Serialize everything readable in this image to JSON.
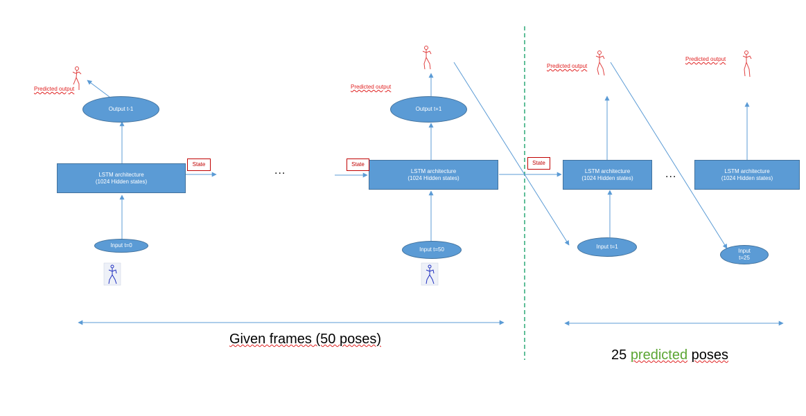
{
  "lstm_label_line1": "LSTM architecture",
  "lstm_label_line2": "(1024 Hidden states)",
  "state_label": "State",
  "predicted_output_label": "Predicted output",
  "ellipsis": "...",
  "output_t_minus_1": "Output t-1",
  "output_t_plus_1": "Output t+1",
  "input_t0": "Input t=0",
  "input_t50": "Input t=50",
  "input_t1": "Input t=1",
  "input_t25_line1": "Input",
  "input_t25_line2": "t=25",
  "given_frames_caption": "Given frames (50 poses)",
  "predicted_caption": {
    "part1": "25",
    "part2": "predicted",
    "part3": "poses"
  },
  "colors": {
    "block_fill": "#5b9bd5",
    "block_border": "#41719c",
    "arrow": "#5b9bd5",
    "state_text": "#c00000",
    "predicted_text": "#e02020",
    "green_word": "#5aa532",
    "divider": "#2aa876",
    "input_pose": "#2030c0",
    "output_pose": "#e04040"
  }
}
